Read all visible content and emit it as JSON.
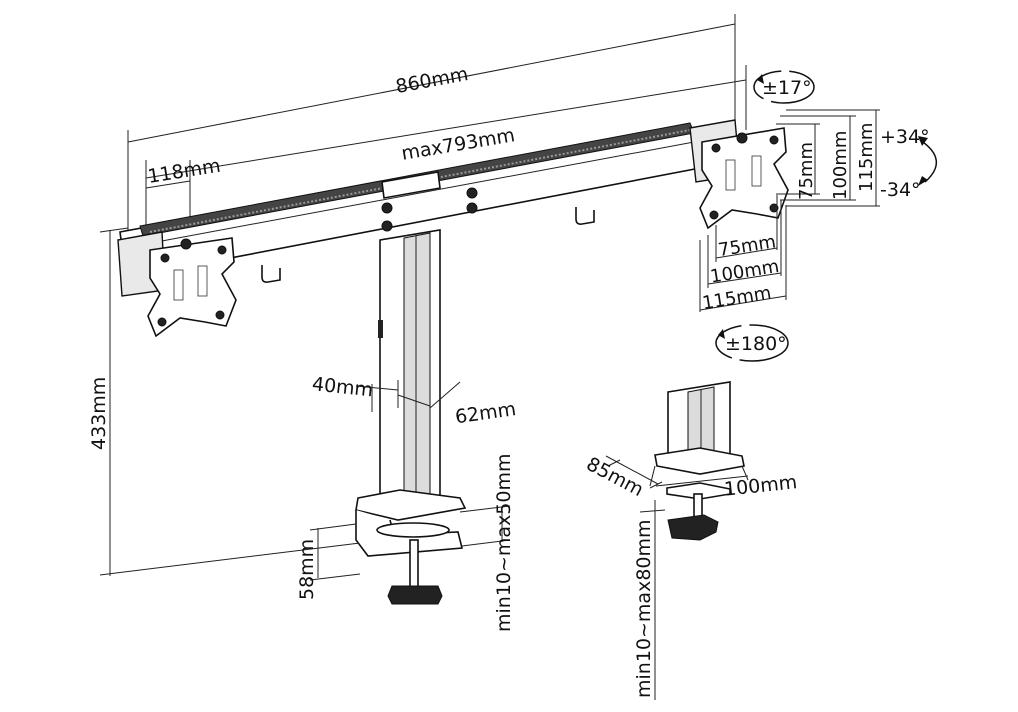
{
  "dimensions": {
    "total_width": "860mm",
    "max_width": "max793mm",
    "arm_offset": "118mm",
    "height": "433mm",
    "post_depth": "40mm",
    "post_width": "62mm",
    "clamp_height": "58mm",
    "clamp_range": "min10~max50mm",
    "grommet_depth": "85mm",
    "grommet_width": "100mm",
    "grommet_range": "min10~max80mm"
  },
  "vesa": {
    "horizontal": [
      "75mm",
      "100mm",
      "115mm"
    ],
    "vertical": [
      "75mm",
      "100mm",
      "115mm"
    ]
  },
  "rotation": {
    "swivel": "±17°",
    "rotate": "±180°",
    "tilt_up": "+34°",
    "tilt_down": "-34°"
  }
}
